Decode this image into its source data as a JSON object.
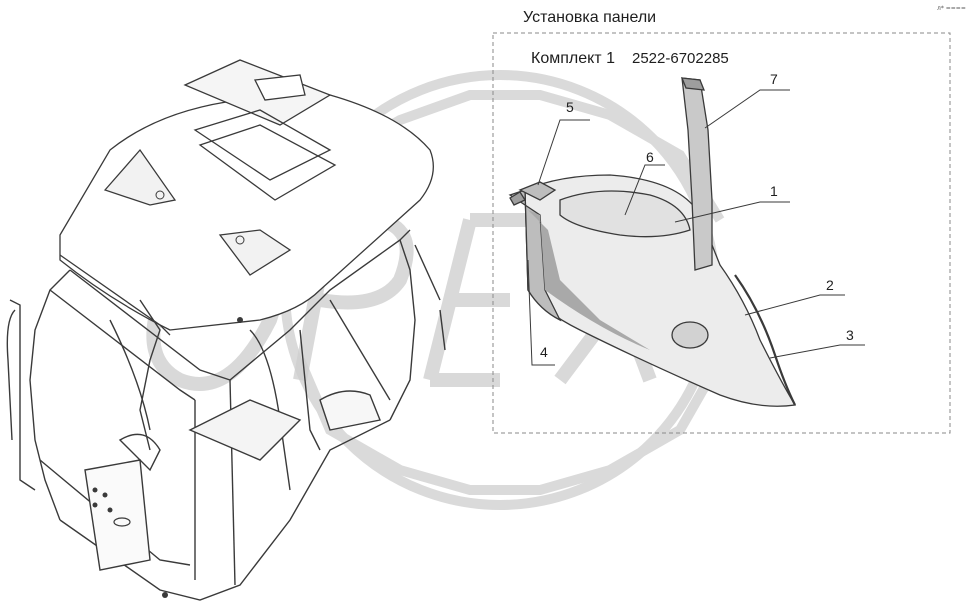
{
  "header": {
    "title": "Установка панели",
    "kit_label": "Комплект 1",
    "kit_number": "2522-6702285",
    "corner_mark": "л* ===="
  },
  "callouts": [
    {
      "id": "1",
      "label": "1"
    },
    {
      "id": "2",
      "label": "2"
    },
    {
      "id": "3",
      "label": "3"
    },
    {
      "id": "4",
      "label": "4"
    },
    {
      "id": "5",
      "label": "5"
    },
    {
      "id": "6",
      "label": "6"
    },
    {
      "id": "7",
      "label": "7"
    }
  ],
  "colors": {
    "line": "#3a3a3a",
    "panel_fill": "#ececec",
    "panel_shadow": "#bdbdbd",
    "watermark": "#dcdcdc",
    "frame": "#8a8a8a"
  }
}
